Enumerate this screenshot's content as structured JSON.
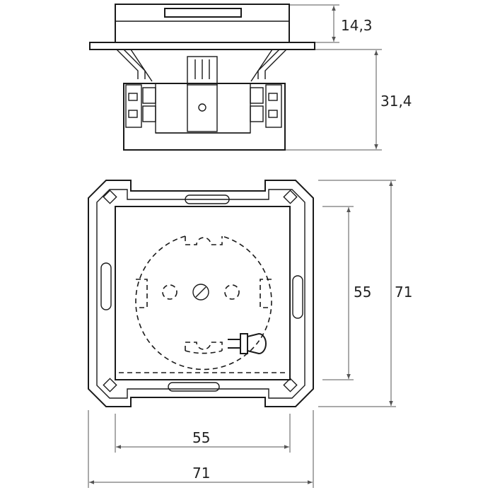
{
  "dimensions": {
    "side_top_height": "14,3",
    "side_body_height": "31,4",
    "front_inner_height": "55",
    "front_outer_height": "71",
    "front_inner_width": "55",
    "front_outer_width": "71"
  }
}
